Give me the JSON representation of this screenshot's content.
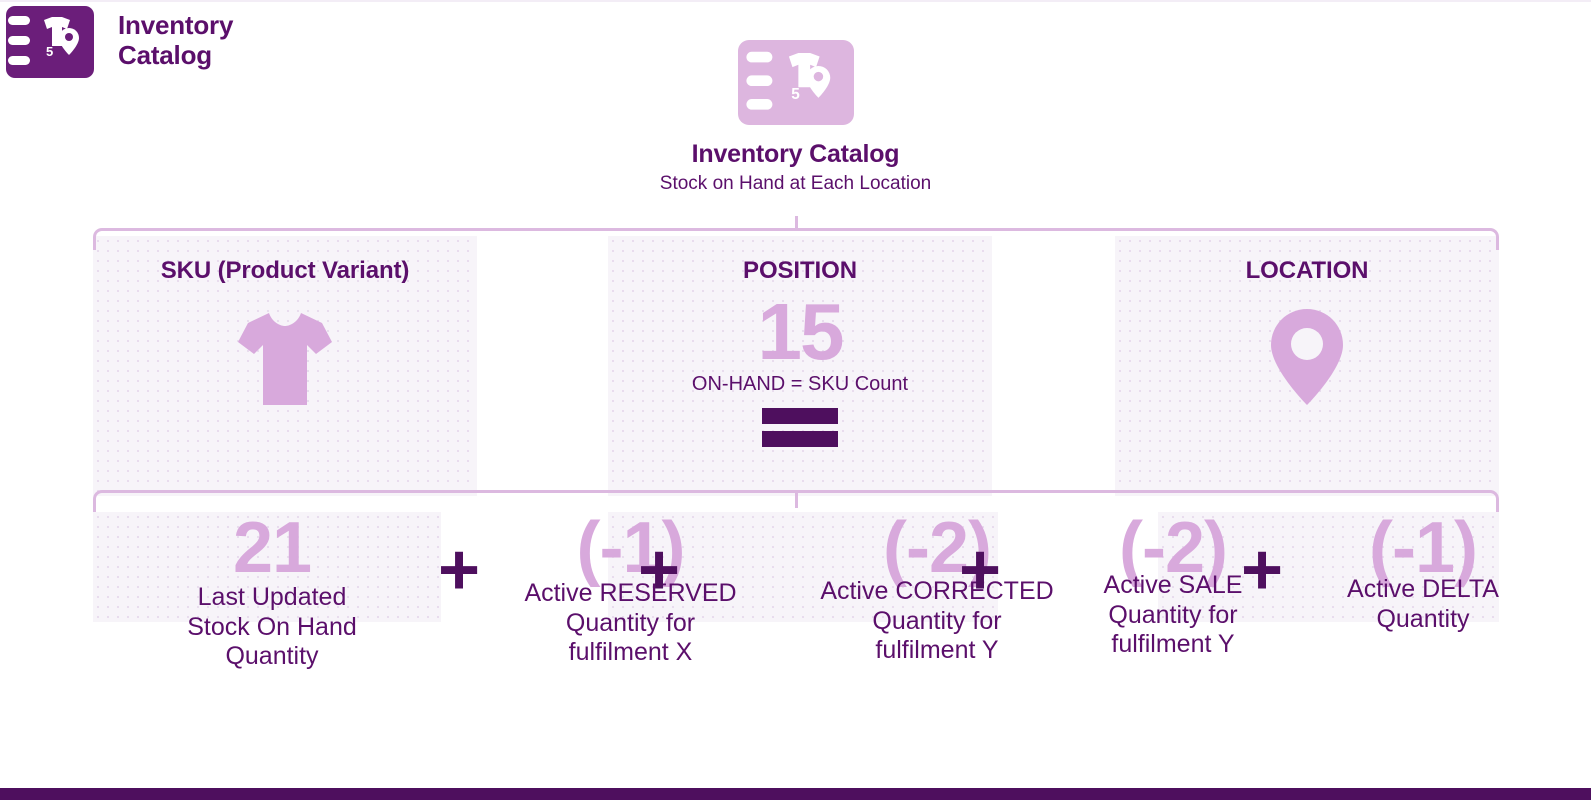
{
  "brand": {
    "title_line1": "Inventory",
    "title_line2": "Catalog",
    "icon": "inventory-catalog-icon",
    "badge_number": "5"
  },
  "header": {
    "icon": "inventory-catalog-icon",
    "badge_number": "5",
    "title": "Inventory Catalog",
    "subtitle": "Stock on Hand at Each Location"
  },
  "colors": {
    "deep_purple": "#4E0F5E",
    "brand_purple": "#5B0F6B",
    "logo_purple": "#6B1E7A",
    "light_orchid": "#D8A9DC",
    "panel_bg": "#F7F4F9",
    "bracket": "#DCB9E0"
  },
  "columns": [
    {
      "title": "SKU (Product Variant)",
      "icon": "tshirt-icon"
    },
    {
      "title": "POSITION",
      "value": "15",
      "note": "ON-HAND = SKU Count",
      "icon": "equals-icon"
    },
    {
      "title": "LOCATION",
      "icon": "map-pin-icon"
    }
  ],
  "formula": {
    "operator": "+",
    "terms": [
      {
        "value": "21",
        "label": "Last Updated\nStock On Hand\nQuantity"
      },
      {
        "value": "(-1)",
        "label": "Active RESERVED\nQuantity for\nfulfilment X"
      },
      {
        "value": "(-2)",
        "label": "Active CORRECTED\nQuantity for\nfulfilment Y"
      },
      {
        "value": "(-2)",
        "label": "Active SALE\nQuantity for\nfulfilment Y"
      },
      {
        "value": "(-1)",
        "label": "Active DELTA\nQuantity"
      }
    ]
  }
}
